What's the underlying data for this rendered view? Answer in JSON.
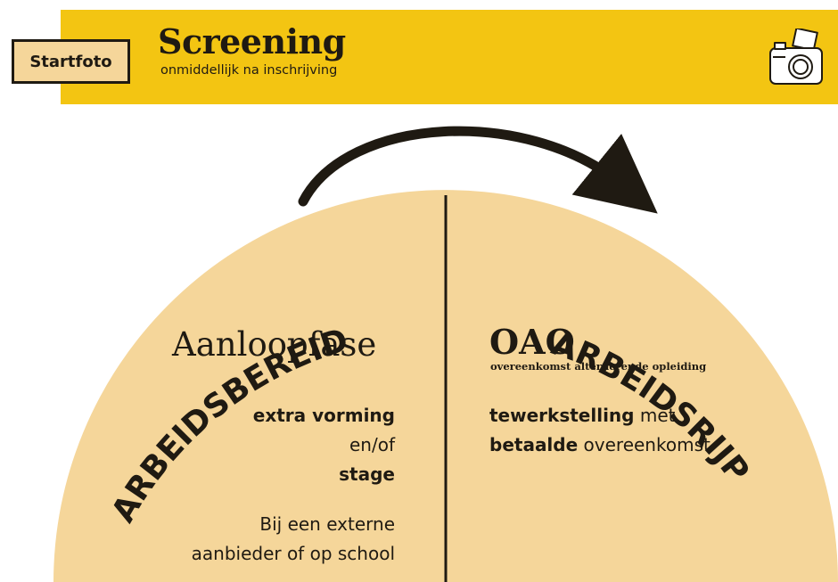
{
  "header": {
    "badge": "Startfoto",
    "title": "Screening",
    "subtitle": "onmiddellijk na inschrijving",
    "icon": "camera-icon"
  },
  "diagram": {
    "arc_label_left": "ARBEIDSBEREID",
    "arc_label_right": "ARBEIDSRIJP",
    "left": {
      "title": "Aanloopfase",
      "line1": "extra vorming",
      "line2": "en/of",
      "line3": "stage",
      "note_line1": "Bij een externe",
      "note_line2": "aanbieder of op school"
    },
    "right": {
      "title": "OAO",
      "subtitle": "overeenkomst alternerende opleiding",
      "line1_bold": "tewerkstelling",
      "line1_rest": " met",
      "line2_bold": "betaalde",
      "line2_rest": " overeenkomst"
    }
  },
  "colors": {
    "banner": "#f3c512",
    "badge": "#f5d69a",
    "semicircle": "#f5d69a",
    "ink": "#1f1a12"
  }
}
